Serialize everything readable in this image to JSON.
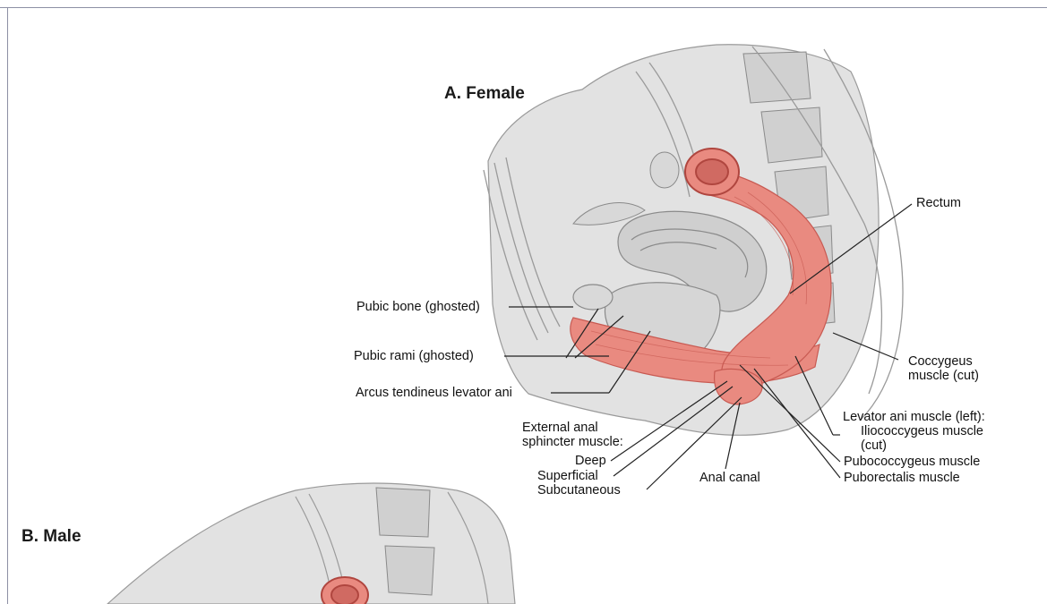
{
  "colors": {
    "frame": "#8d90a4",
    "muscle": "#e98a80",
    "muscle_dark": "#c85a52",
    "bone_ghost": "#d9d9d9",
    "tissue_gray": "#c8c8c8",
    "line": "#222222"
  },
  "figure": {
    "panel_a_title": "A. Female",
    "panel_b_title": "B. Male",
    "labels": {
      "rectum": "Rectum",
      "pubic_bone": "Pubic bone (ghosted)",
      "pubic_rami": "Pubic rami (ghosted)",
      "arcus": "Arcus tendineus levator ani",
      "coccygeus_1": "Coccygeus",
      "coccygeus_2": "muscle (cut)",
      "ext_anal_1": "External anal",
      "ext_anal_2": "sphincter muscle:",
      "deep": "Deep",
      "superficial": "Superficial",
      "subcutaneous": "Subcutaneous",
      "anal_canal": "Anal canal",
      "levator_1": "Levator ani muscle (left):",
      "iliococcygeus_1": "Iliococcygeus muscle",
      "iliococcygeus_2": "(cut)",
      "pubococcygeus": "Pubococcygeus muscle",
      "puborectalis": "Puborectalis muscle"
    }
  }
}
